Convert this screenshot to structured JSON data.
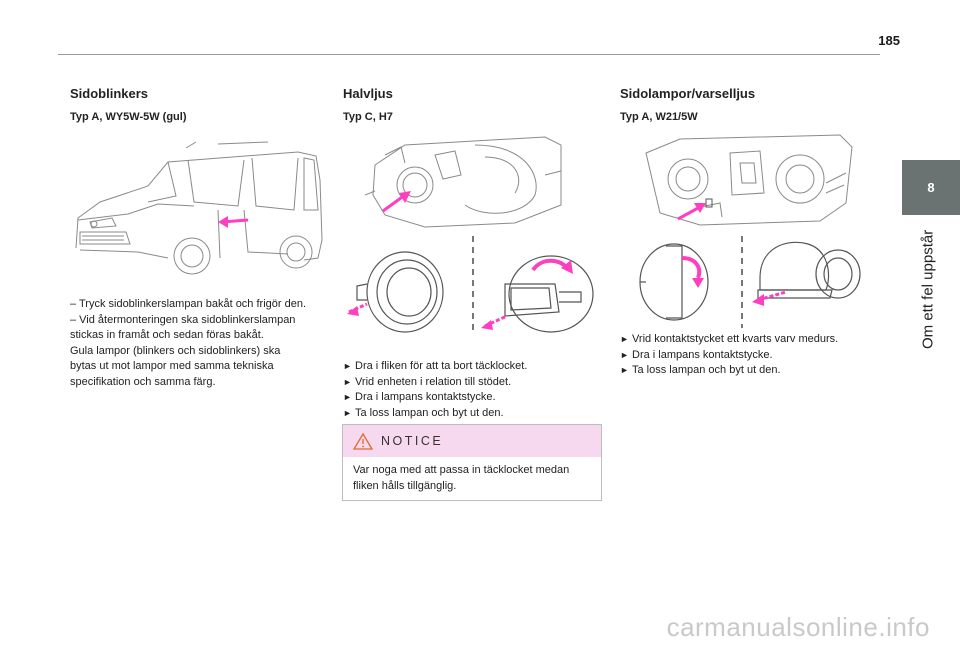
{
  "page_number": "185",
  "chapter": {
    "number": "8",
    "title": "Om ett fel uppstår"
  },
  "sections": [
    {
      "heading": "Sidoblinkers",
      "subheading": "Typ A, WY5W-5W (gul)",
      "lines": [
        "– Tryck sidoblinkerslampan bakåt och frigör den.",
        "– Vid återmonteringen ska sidoblinkerslampan",
        "stickas in framåt och sedan föras bakåt.",
        "Gula lampor (blinkers och sidoblinkers) ska",
        "bytas ut mot lampor med samma tekniska",
        "specifikation och samma färg."
      ]
    },
    {
      "heading": "Halvljus",
      "subheading": "Typ C, H7",
      "bullets": [
        "Dra i fliken för att ta bort täcklocket.",
        "Vrid enheten i relation till stödet.",
        "Dra i lampans kontaktstycke.",
        "Ta loss lampan och byt ut den."
      ],
      "notice": {
        "title": "NOTICE",
        "text_lines": [
          "Var noga med att passa in täcklocket medan",
          "fliken hålls tillgänglig."
        ]
      }
    },
    {
      "heading": "Sidolampor/varselljus",
      "subheading": "Typ A, W21/5W",
      "bullets": [
        "Vrid kontaktstycket ett kvarts varv medurs.",
        "Dra i lampans kontaktstycke.",
        "Ta loss lampan och byt ut den."
      ]
    }
  ],
  "bullet_symbol": "►",
  "watermark": "carmanualsonline.info",
  "colors": {
    "accent": "#ff3fbf",
    "tab": "#6b7272",
    "notice_band": "#f7d9ef"
  }
}
